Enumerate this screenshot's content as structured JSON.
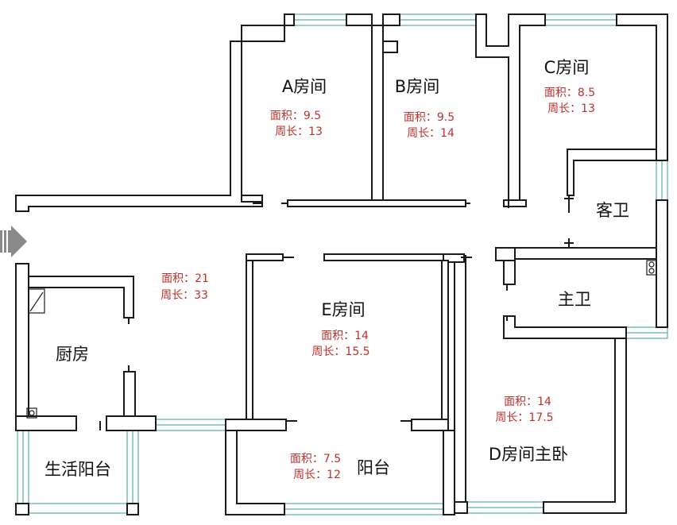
{
  "colors": {
    "wall": "#1a1a1a",
    "window": "#3aa089",
    "metric_text": "#c0302b",
    "room_text": "#111111",
    "entrance_arrow": "#8a8a8a"
  },
  "entrance_icon": "entrance-arrow-icon",
  "rooms": {
    "a": {
      "name": "A房间",
      "area": "面积：9.5",
      "perimeter": "周长：13"
    },
    "b": {
      "name": "B房间",
      "area": "面积：9.5",
      "perimeter": "周长：14"
    },
    "c": {
      "name": "C房间",
      "area": "面积：8.5",
      "perimeter": "周长：13"
    },
    "guest_bath": {
      "name": "客卫"
    },
    "main_bath": {
      "name": "主卫"
    },
    "living": {
      "area": "面积：21",
      "perimeter": "周长：33"
    },
    "kitchen": {
      "name": "厨房"
    },
    "utility_balcony": {
      "name": "生活阳台"
    },
    "e": {
      "name": "E房间",
      "area": "面积：14",
      "perimeter": "周长：15.5"
    },
    "balcony": {
      "name": "阳台",
      "area": "面积：7.5",
      "perimeter": "周长：12"
    },
    "d": {
      "name": "D房间主卧",
      "area": "面积：14",
      "perimeter": "周长：17.5"
    }
  }
}
